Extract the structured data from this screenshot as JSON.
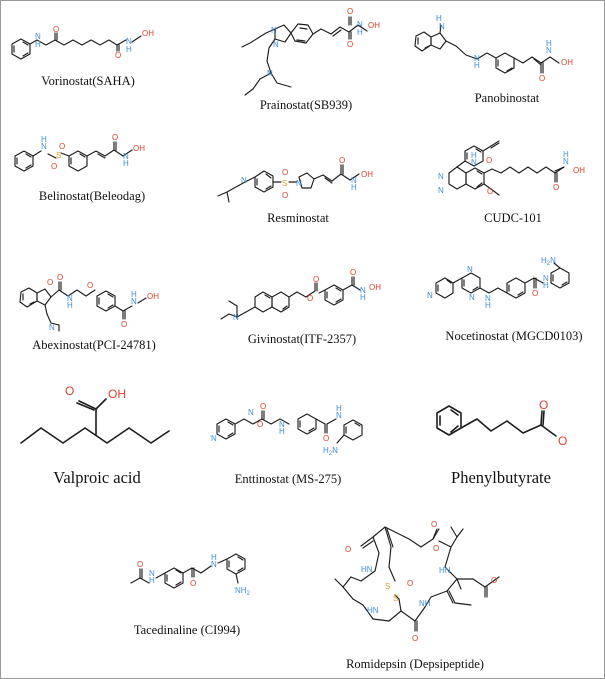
{
  "compounds": [
    {
      "name": "Vorinostat(SAHA)"
    },
    {
      "name": "Prainostat(SB939)"
    },
    {
      "name": "Panobinostat"
    },
    {
      "name": "Belinostat(Beleodag)"
    },
    {
      "name": "Resminostat"
    },
    {
      "name": "CUDC-101"
    },
    {
      "name": "Abexinostat(PCI-24781)"
    },
    {
      "name": "Givinostat(ITF-2357)"
    },
    {
      "name": "Nocetinostat (MGCD0103)"
    },
    {
      "name": "Valproic acid"
    },
    {
      "name": "Enttinostat (MS-275)"
    },
    {
      "name": "Phenylbutyrate"
    },
    {
      "name": "Tacedinaline (CI994)"
    },
    {
      "name": "Romidepsin (Depsipeptide)"
    }
  ],
  "atoms": {
    "n": "N",
    "h": "H",
    "o": "O",
    "oh": "OH",
    "s": "S",
    "nh": "NH",
    "nh2": "NH",
    "nh2_sub": "2",
    "h2n": "H",
    "h2n_sub": "2",
    "h2n_n": "N",
    "hn": "HN"
  },
  "colors": {
    "oxygen": "#e0402c",
    "nitrogen": "#3f8fd6",
    "sulfur": "#e0a020",
    "bond": "#1d1d1d",
    "border": "#9a9a9a"
  }
}
